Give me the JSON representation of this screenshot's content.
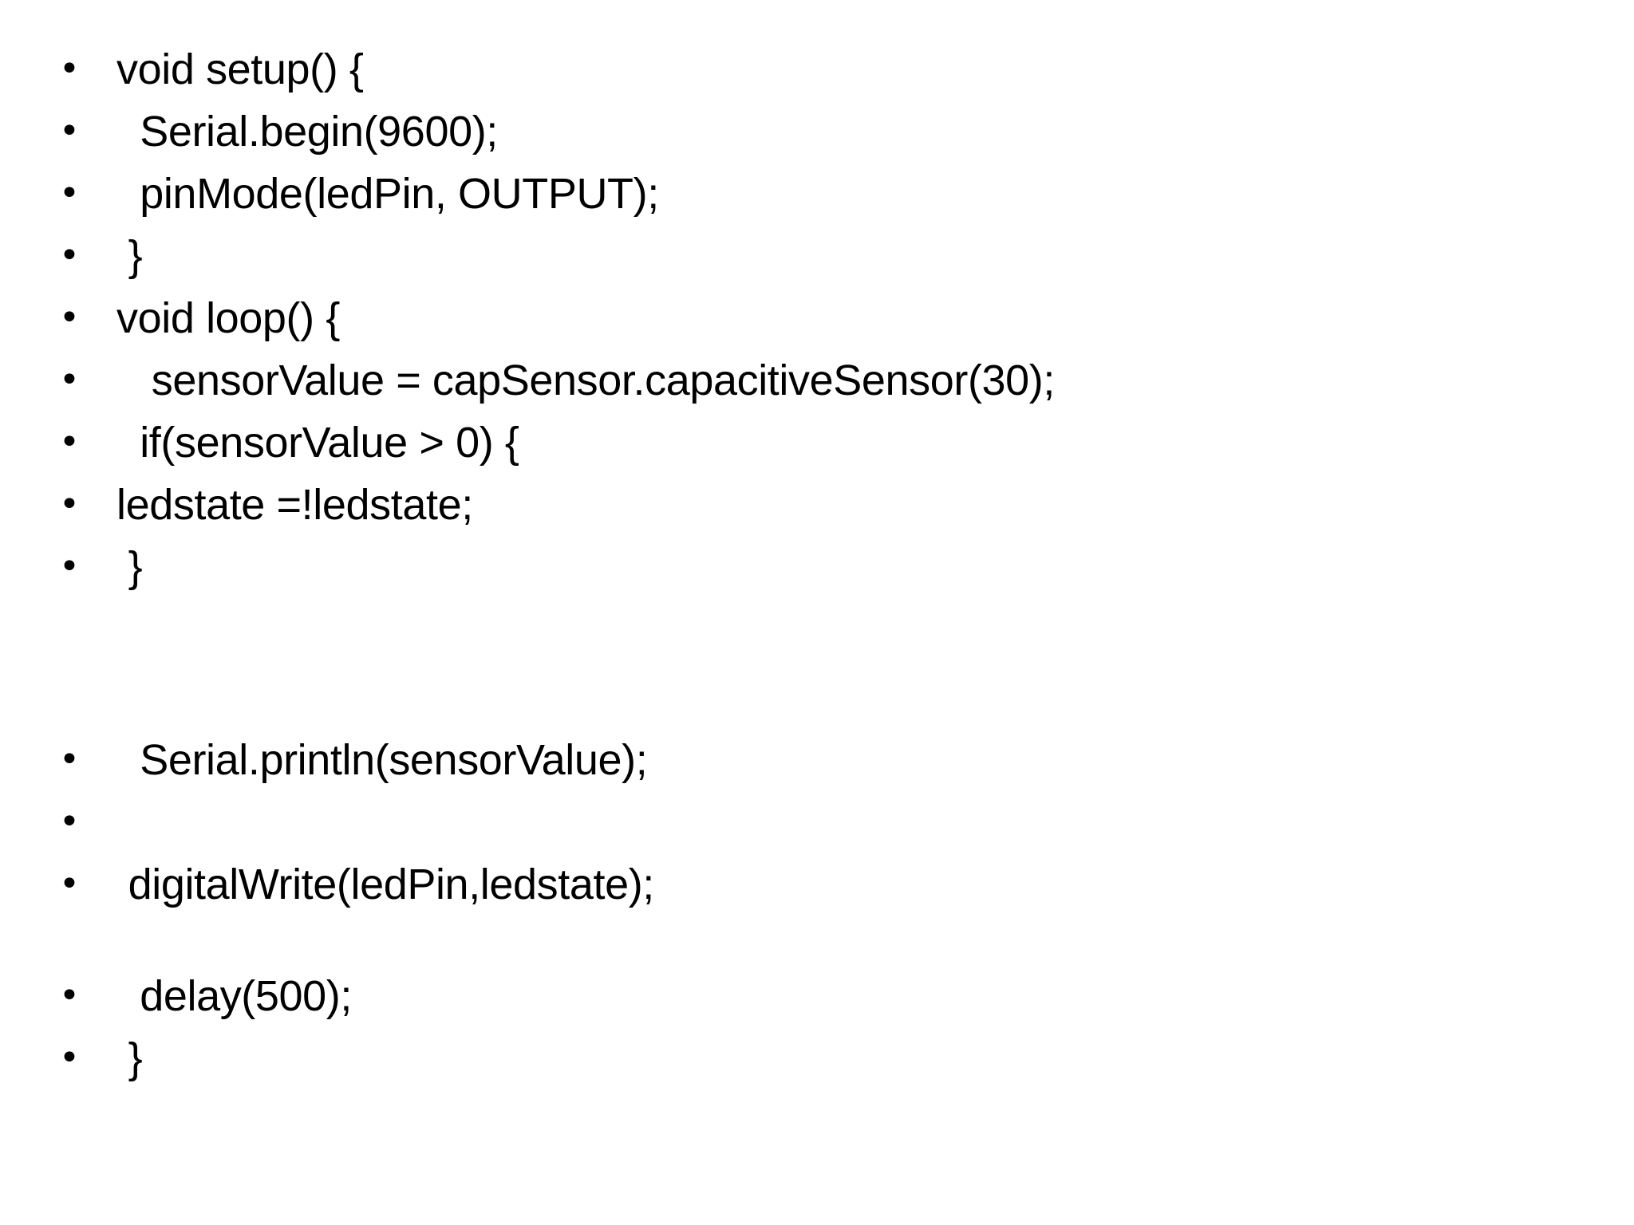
{
  "slide": {
    "background_color": "#ffffff",
    "text_color": "#000000",
    "bullet_glyph": "•",
    "title": "",
    "blocks": [
      {
        "name": "setup-and-loop-block",
        "lines": [
          {
            "bullet": "•",
            "text": "void setup() {"
          },
          {
            "bullet": "•",
            "text": "  Serial.begin(9600);"
          },
          {
            "bullet": "•",
            "text": "  pinMode(ledPin, OUTPUT);"
          },
          {
            "bullet": "•",
            "text": " }"
          },
          {
            "bullet": "•",
            "text": "void loop() {"
          },
          {
            "bullet": "•",
            "text": "   sensorValue = capSensor.capacitiveSensor(30);"
          },
          {
            "bullet": "•",
            "text": "  if(sensorValue > 0) {"
          },
          {
            "bullet": "•",
            "text": "ledstate =!ledstate;"
          },
          {
            "bullet": "•",
            "text": " }"
          }
        ]
      },
      {
        "name": "serial-print-block",
        "lines": [
          {
            "bullet": "•",
            "text": "  Serial.println(sensorValue);"
          },
          {
            "bullet": "•",
            "text": ""
          },
          {
            "bullet": "•",
            "text": " digitalWrite(ledPin,ledstate);"
          }
        ]
      },
      {
        "name": "delay-block",
        "lines": [
          {
            "bullet": "•",
            "text": "  delay(500);"
          },
          {
            "bullet": "•",
            "text": " }"
          }
        ]
      }
    ]
  }
}
